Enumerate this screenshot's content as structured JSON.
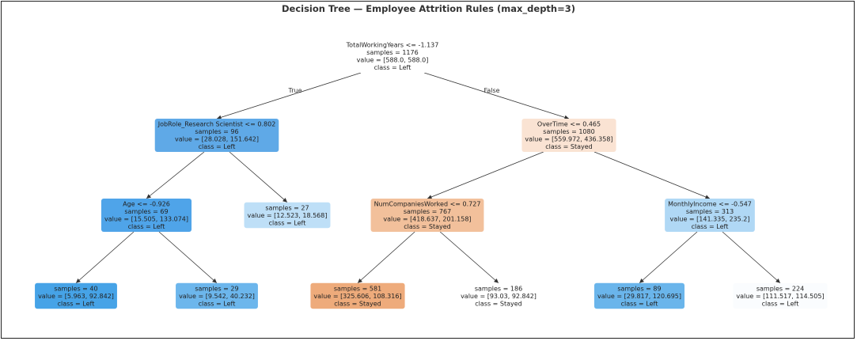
{
  "title": "Decision Tree — Employee Attrition Rules (max_depth=3)",
  "edge_labels": {
    "true": "True",
    "false": "False"
  },
  "nodes": [
    {
      "id": "n0",
      "lines": [
        "TotalWorkingYears <= -1.137",
        "samples = 1176",
        "value = [588.0, 588.0]",
        "class = Left"
      ],
      "color": "#ffffff",
      "depth": 0
    },
    {
      "id": "n1",
      "lines": [
        "JobRole_Research Scientist <= 0.802",
        "samples = 96",
        "value = [28.028, 151.642]",
        "class = Left"
      ],
      "color": "#5fa9e7",
      "depth": 1
    },
    {
      "id": "n2",
      "lines": [
        "OverTime <= 0.465",
        "samples = 1080",
        "value = [559.972, 436.358]",
        "class = Stayed"
      ],
      "color": "#fae3d3",
      "depth": 1
    },
    {
      "id": "n3",
      "lines": [
        "Age <= -0.926",
        "samples = 69",
        "value = [15.505, 133.074]",
        "class = Left"
      ],
      "color": "#4fa4e9",
      "depth": 2
    },
    {
      "id": "n4",
      "lines": [
        "samples = 27",
        "value = [12.523, 18.568]",
        "class = Left"
      ],
      "color": "#bedff7",
      "depth": 2
    },
    {
      "id": "n5",
      "lines": [
        "NumCompaniesWorked <= 0.727",
        "samples = 767",
        "value = [418.637, 201.158]",
        "class = Stayed"
      ],
      "color": "#f2c09b",
      "depth": 2
    },
    {
      "id": "n6",
      "lines": [
        "MonthlyIncome <= -0.547",
        "samples = 313",
        "value = [141.335, 235.2]",
        "class = Left"
      ],
      "color": "#b0d8f5",
      "depth": 2
    },
    {
      "id": "n7",
      "lines": [
        "samples = 40",
        "value = [5.963, 92.842]",
        "class = Left"
      ],
      "color": "#46a3e7",
      "depth": 3
    },
    {
      "id": "n8",
      "lines": [
        "samples = 29",
        "value = [9.542, 40.232]",
        "class = Left"
      ],
      "color": "#6cb6ec",
      "depth": 3
    },
    {
      "id": "n9",
      "lines": [
        "samples = 581",
        "value = [325.606, 108.316]",
        "class = Stayed"
      ],
      "color": "#eeab7b",
      "depth": 3
    },
    {
      "id": "n10",
      "lines": [
        "samples = 186",
        "value = [93.03, 92.842]",
        "class = Stayed"
      ],
      "color": "#ffffff",
      "depth": 3
    },
    {
      "id": "n11",
      "lines": [
        "samples = 89",
        "value = [29.817, 120.695]",
        "class = Left"
      ],
      "color": "#6ab5eb",
      "depth": 3
    },
    {
      "id": "n12",
      "lines": [
        "samples = 224",
        "value = [111.517, 114.505]",
        "class = Left"
      ],
      "color": "#fafcfe",
      "depth": 3
    }
  ],
  "edges": [
    {
      "from": "n0",
      "to": "n1",
      "label": "true"
    },
    {
      "from": "n0",
      "to": "n2",
      "label": "false"
    },
    {
      "from": "n1",
      "to": "n3"
    },
    {
      "from": "n1",
      "to": "n4"
    },
    {
      "from": "n2",
      "to": "n5"
    },
    {
      "from": "n2",
      "to": "n6"
    },
    {
      "from": "n3",
      "to": "n7"
    },
    {
      "from": "n3",
      "to": "n8"
    },
    {
      "from": "n5",
      "to": "n9"
    },
    {
      "from": "n5",
      "to": "n10"
    },
    {
      "from": "n6",
      "to": "n11"
    },
    {
      "from": "n6",
      "to": "n12"
    }
  ]
}
